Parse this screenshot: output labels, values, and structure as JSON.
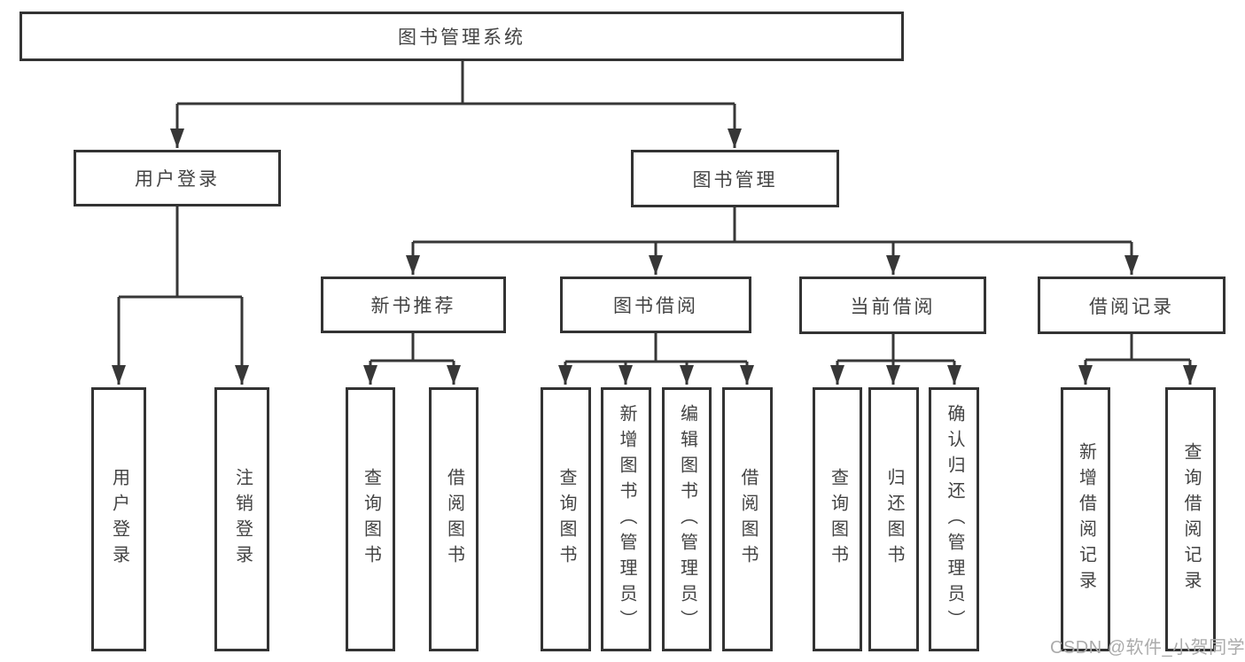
{
  "colors": {
    "line": "#373737",
    "border": "#333333",
    "text": "#434343",
    "watermark": "#ababab",
    "background": "#ffffff"
  },
  "diagram": {
    "tree": {
      "label": "图书管理系统",
      "children": [
        {
          "label": "用户登录",
          "children": [
            {
              "label": "用户登录"
            },
            {
              "label": "注销登录"
            }
          ]
        },
        {
          "label": "图书管理",
          "children": [
            {
              "label": "新书推荐",
              "children": [
                {
                  "label": "查询图书"
                },
                {
                  "label": "借阅图书"
                }
              ]
            },
            {
              "label": "图书借阅",
              "children": [
                {
                  "label": "查询图书"
                },
                {
                  "label": "新增图书（管理员）"
                },
                {
                  "label": "编辑图书（管理员）"
                },
                {
                  "label": "借阅图书"
                }
              ]
            },
            {
              "label": "当前借阅",
              "children": [
                {
                  "label": "查询图书"
                },
                {
                  "label": "归还图书"
                },
                {
                  "label": "确认归还（管理员）"
                }
              ]
            },
            {
              "label": "借阅记录",
              "children": [
                {
                  "label": "新增借阅记录"
                },
                {
                  "label": "查询借阅记录"
                }
              ]
            }
          ]
        }
      ]
    },
    "watermark": "CSDN @软件_小贺同学"
  }
}
